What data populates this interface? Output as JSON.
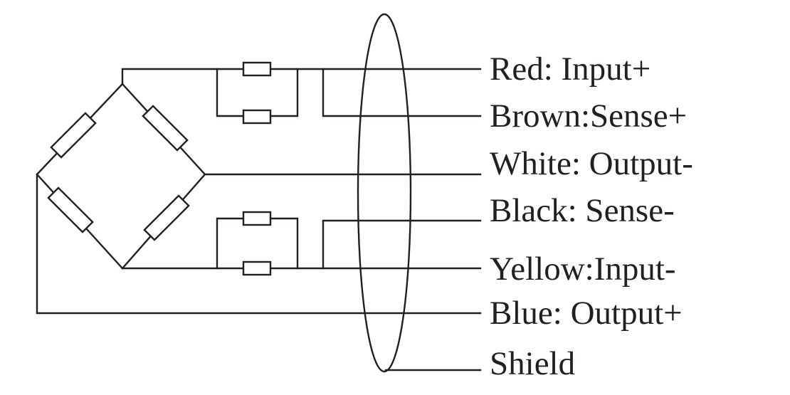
{
  "labels": [
    "Red: Input+",
    "Brown:Sense+",
    "White: Output-",
    "Black: Sense-",
    "Yellow:Input-",
    "Blue: Output+",
    "Shield"
  ]
}
